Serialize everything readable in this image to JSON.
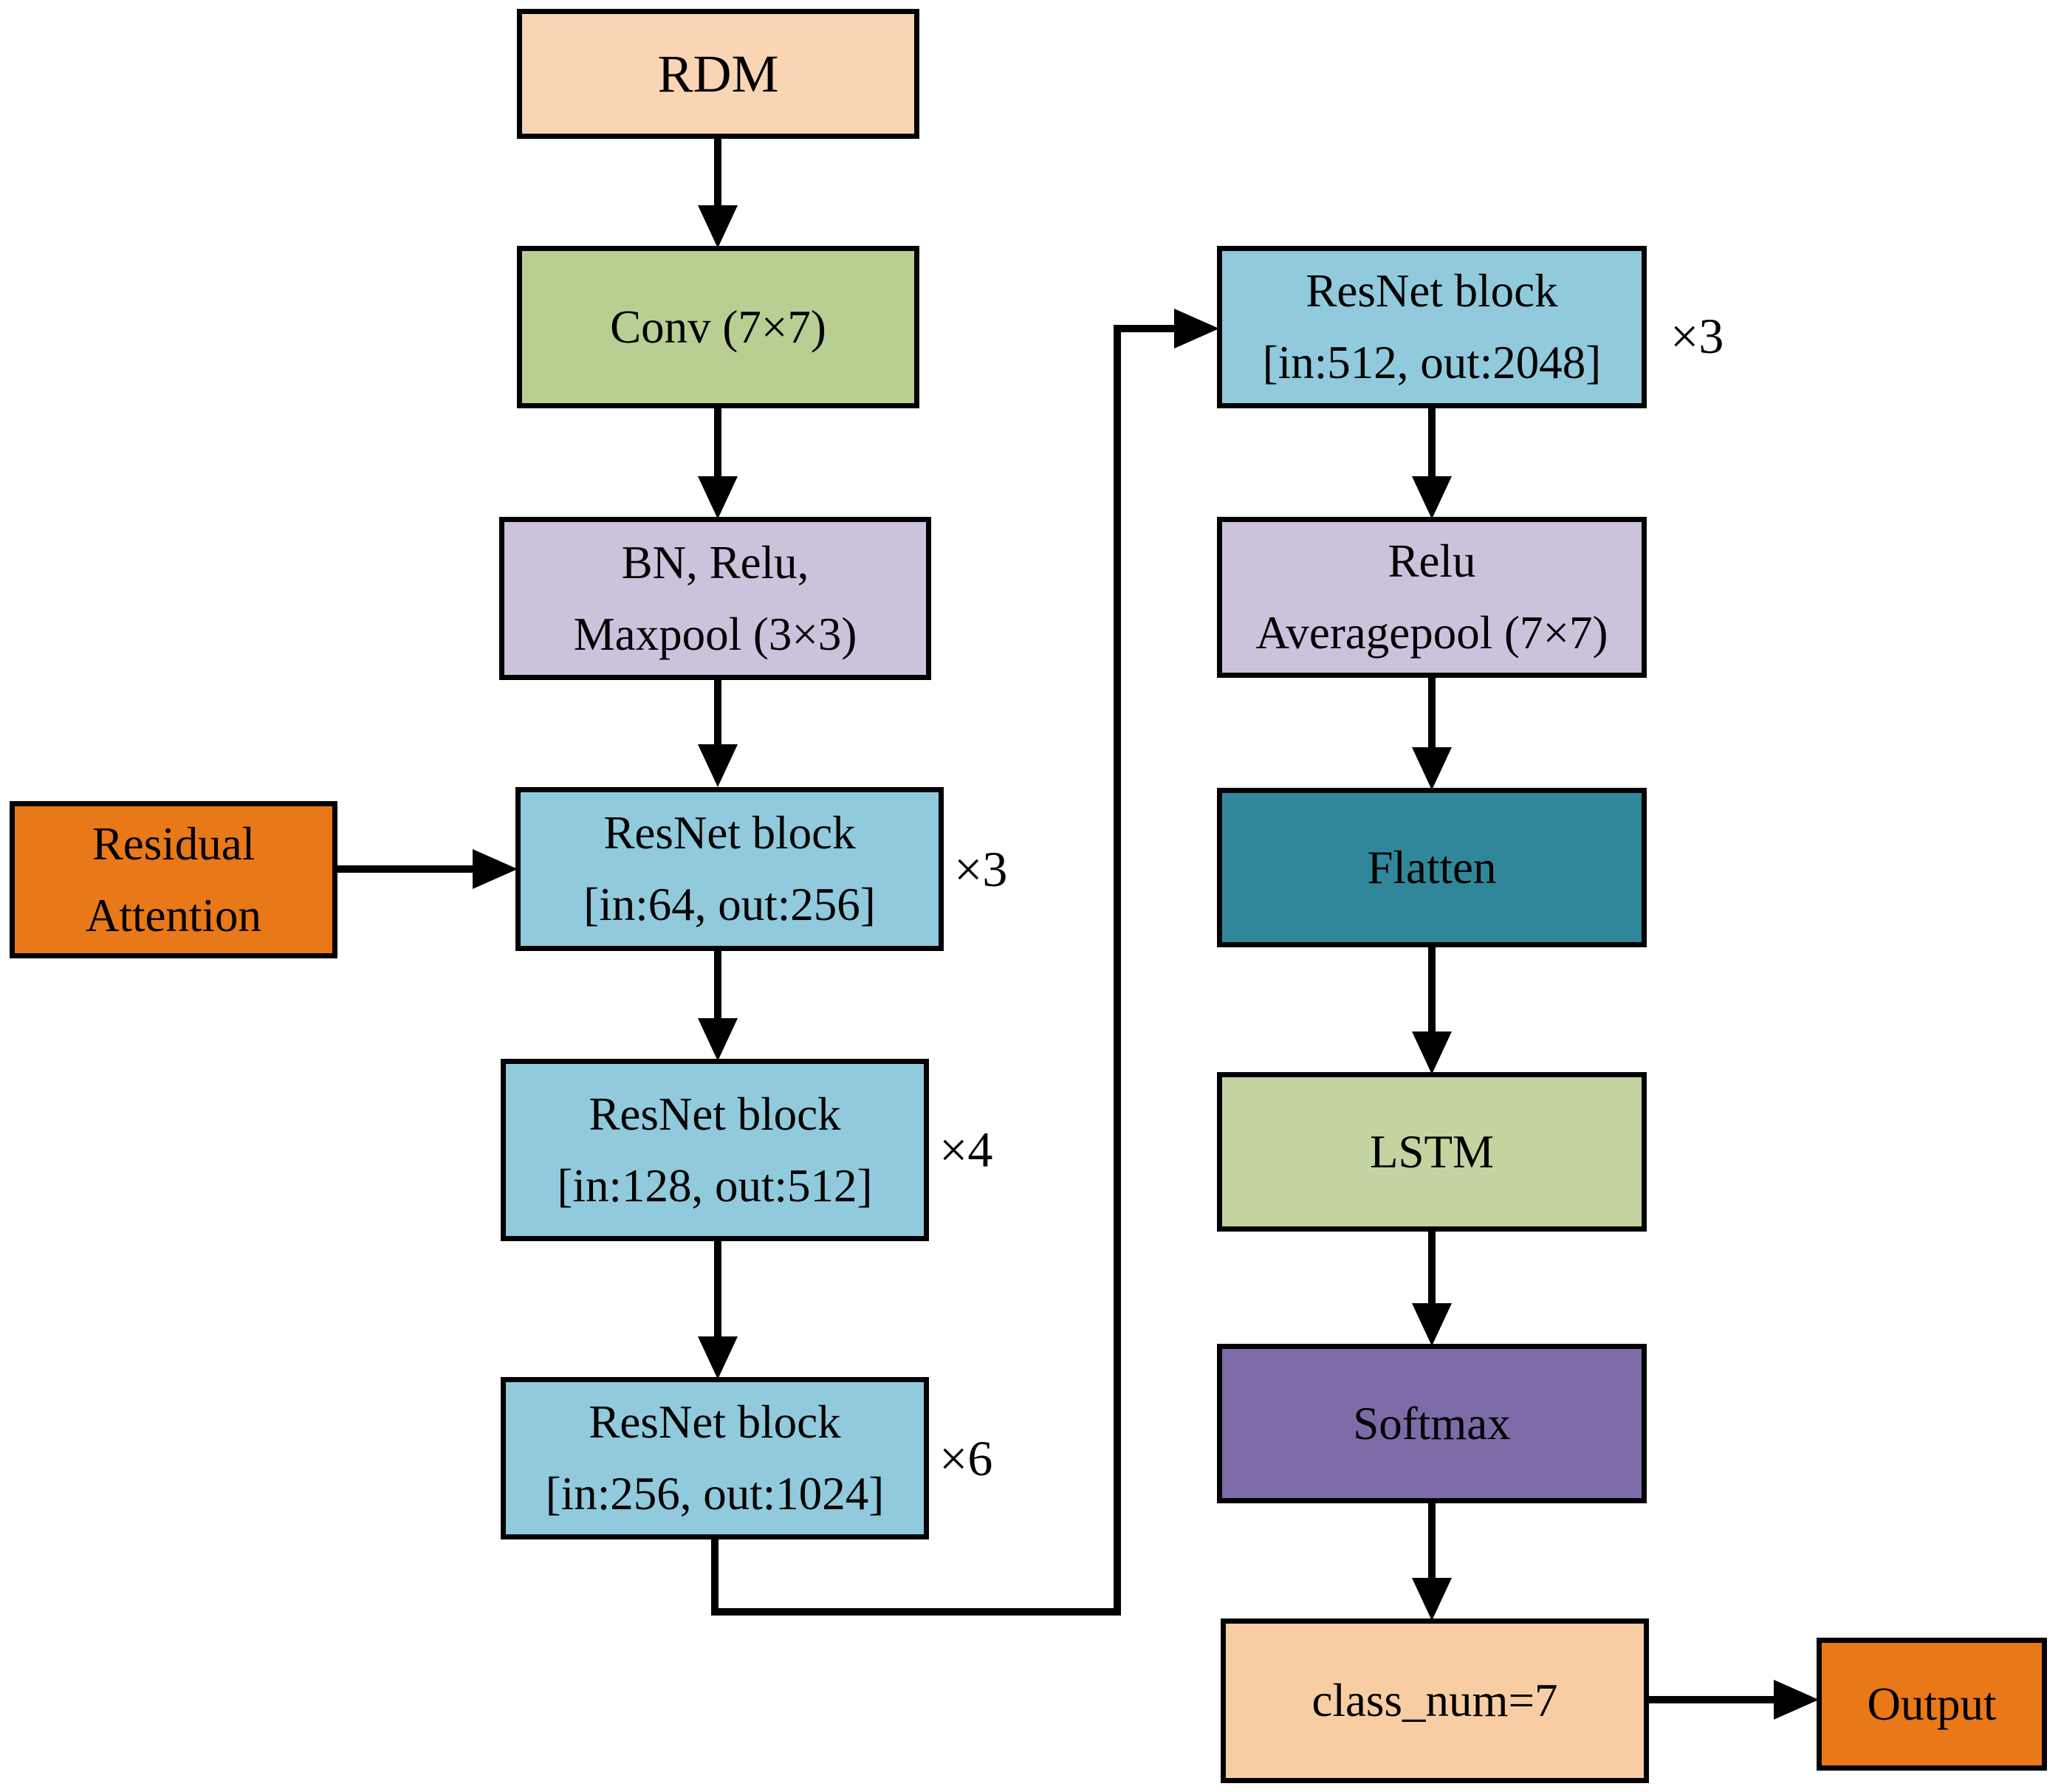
{
  "diagram": {
    "left_column": {
      "rdm": {
        "label": "RDM"
      },
      "conv": {
        "label": "Conv (7×7)"
      },
      "bn_relu_maxpool": {
        "line1": "BN, Relu,",
        "line2": "Maxpool (3×3)"
      },
      "resnet1": {
        "line1": "ResNet block",
        "line2": "[in:64, out:256]",
        "multiplier": "×3"
      },
      "resnet2": {
        "line1": "ResNet block",
        "line2": "[in:128, out:512]",
        "multiplier": "×4"
      },
      "resnet3": {
        "line1": "ResNet block",
        "line2": "[in:256, out:1024]",
        "multiplier": "×6"
      }
    },
    "side": {
      "residual_attention": {
        "line1": "Residual",
        "line2": "Attention"
      }
    },
    "right_column": {
      "resnet4": {
        "line1": "ResNet block",
        "line2": "[in:512, out:2048]",
        "multiplier": "×3"
      },
      "relu_averagepool": {
        "line1": "Relu",
        "line2": "Averagepool (7×7)"
      },
      "flatten": {
        "label": "Flatten"
      },
      "lstm": {
        "label": "LSTM"
      },
      "softmax": {
        "label": "Softmax"
      },
      "class_num": {
        "label": "class_num=7"
      },
      "output": {
        "label": "Output"
      }
    },
    "colors": {
      "rdm_fill": "#FAD5B4",
      "conv_fill": "#B8CF94",
      "pool_fill": "#CCC2DC",
      "resnet_fill": "#90CADC",
      "attention_fill": "#E87818",
      "flatten_fill": "#30879A",
      "lstm_fill": "#C3D4A0",
      "softmax_fill": "#7D6BA8",
      "classnum_fill": "#F8CDA4",
      "output_fill": "#E87818",
      "border": "#000000",
      "arrow": "#000000",
      "background": "#FFFFFF"
    }
  }
}
